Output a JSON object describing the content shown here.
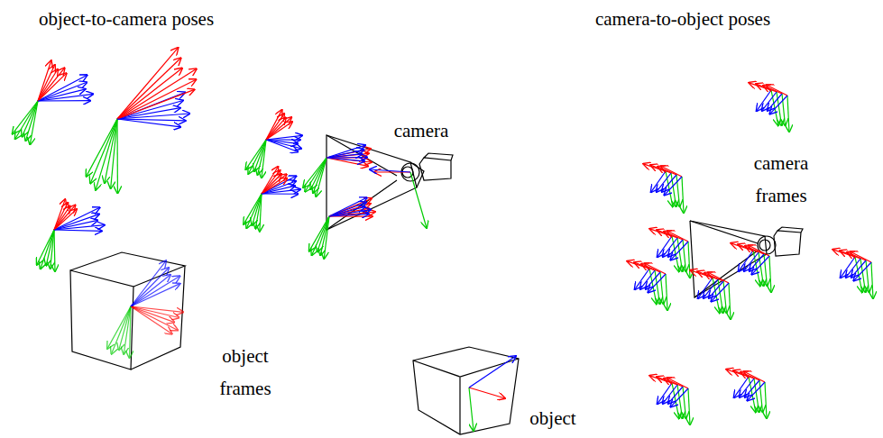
{
  "diagram": {
    "labels": [
      "object-to-camera poses",
      "camera-to-object poses",
      "camera",
      "object frames",
      "camera frames",
      "object"
    ]
  }
}
